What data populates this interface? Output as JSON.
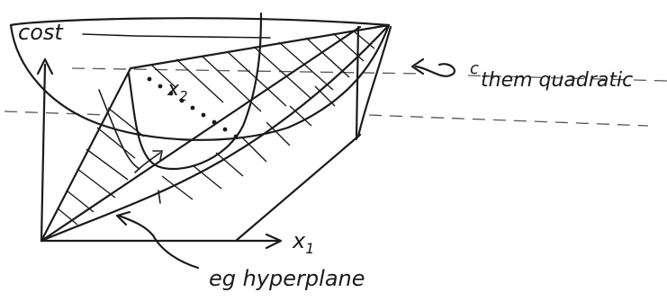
{
  "labels": {
    "cost_axis": "cost",
    "x1_axis": "x",
    "x1_subscript": "1",
    "x2_axis": "x",
    "x2_subscript": "2",
    "quadratic_prefix": "c",
    "quadratic_label": "them quadratic",
    "hyperplane_label": "eg hyperplane"
  }
}
